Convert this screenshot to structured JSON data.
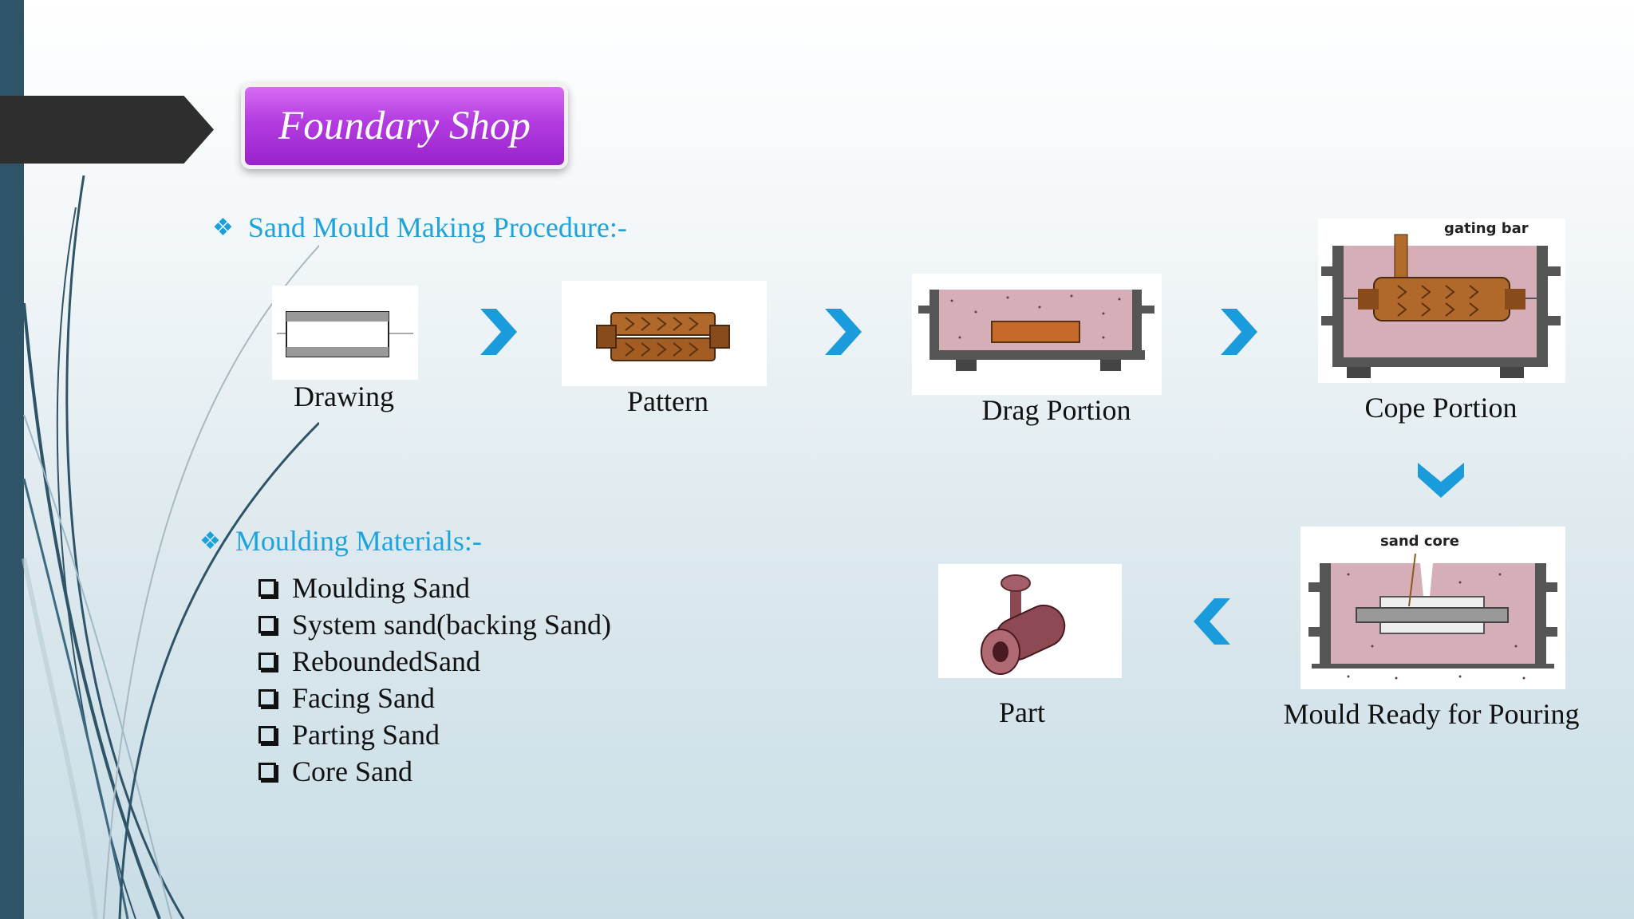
{
  "slide": {
    "title": "Foundary Shop",
    "accent_color": "#1fa3dd",
    "title_color": "#b23be0"
  },
  "procedure": {
    "heading": "Sand Mould Making Procedure:-",
    "bullet_icon": "diamond-cluster-icon",
    "steps": [
      {
        "label": "Drawing",
        "image": "drawing-sketch-image"
      },
      {
        "label": "Pattern",
        "image": "wooden-pattern-image"
      },
      {
        "label": "Drag Portion",
        "image": "drag-mould-image"
      },
      {
        "label": "Cope Portion",
        "image": "cope-mould-image",
        "image_caption": "gating bar"
      },
      {
        "label": "Mould Ready for Pouring",
        "image": "ready-mould-image",
        "image_caption": "sand core"
      },
      {
        "label": "Part",
        "image": "cast-part-image"
      }
    ],
    "arrow_icons": [
      "chevron-right-icon",
      "chevron-right-icon",
      "chevron-right-icon",
      "chevron-down-icon",
      "chevron-left-icon"
    ]
  },
  "materials": {
    "heading": "Moulding Materials:-",
    "bullet_icon": "checkbox-icon",
    "items": [
      "Moulding Sand",
      "System sand(backing Sand)",
      "ReboundedSand",
      "Facing Sand",
      "Parting Sand",
      "Core Sand"
    ]
  }
}
